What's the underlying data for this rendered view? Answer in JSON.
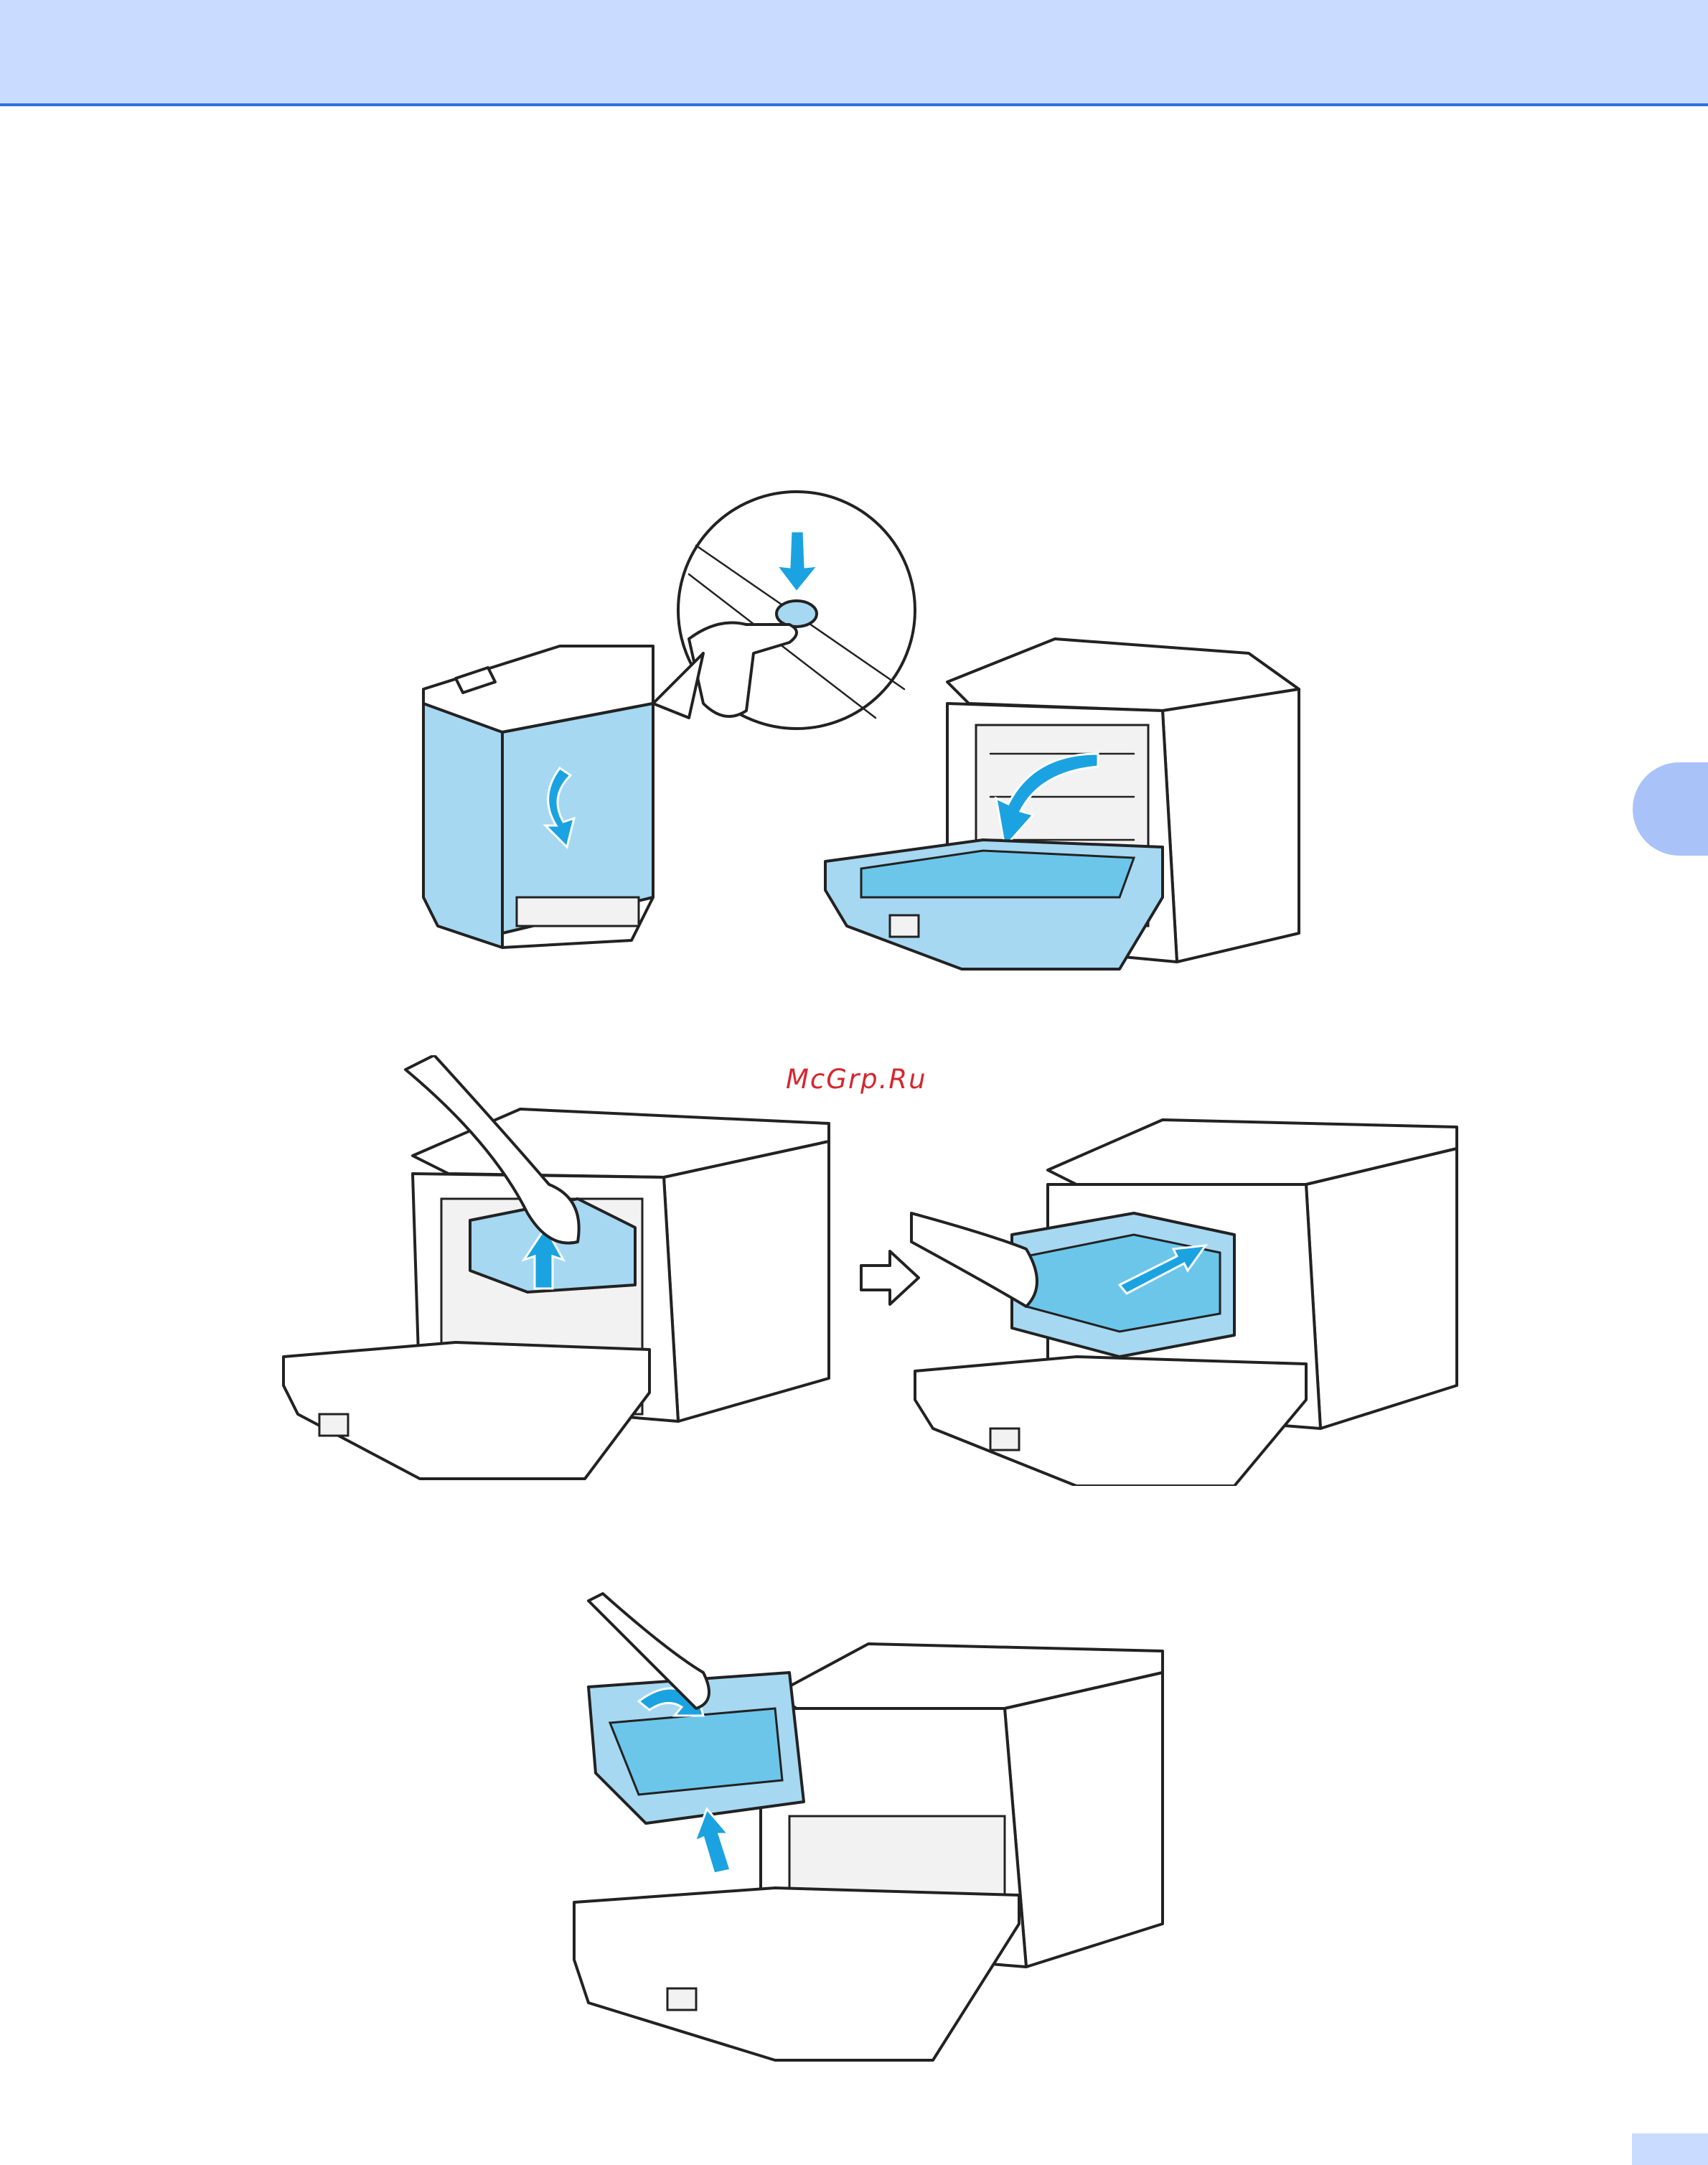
{
  "page": {
    "header_color": "#c9dbff",
    "header_rule_color": "#2f6fe0",
    "chapter_tab_color": "#a9c3f9"
  },
  "watermark": {
    "text": "McGrp.Ru",
    "color": "#d6262d"
  },
  "illustrations": [
    {
      "name": "press-front-cover-release",
      "highlight": "#a6d8f2"
    },
    {
      "name": "front-cover-opened",
      "highlight": "#a6d8f2"
    },
    {
      "name": "hold-drum-handle",
      "highlight": "#a6d8f2"
    },
    {
      "name": "pull-drum-unit-out",
      "highlight": "#a6d8f2"
    },
    {
      "name": "lift-drum-unit-out",
      "highlight": "#a6d8f2"
    }
  ],
  "icons": [
    "down-arrow-icon",
    "curved-arrow-icon",
    "up-arrow-icon",
    "right-arrow-icon"
  ]
}
